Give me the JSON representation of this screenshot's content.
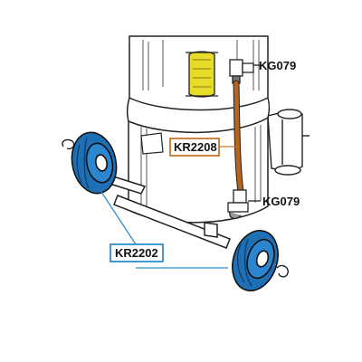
{
  "labels": {
    "top_fitting": "KG079",
    "hose": "KR2208",
    "bottom_fitting": "KG079",
    "wheels": "KR2202"
  },
  "colors": {
    "hose_callout": "#c8772b",
    "wheel_callout": "#2b8fd0",
    "wheel_fill": "#1e6fb3",
    "hose_fill": "#b5651d",
    "sight_glass": "#e8dc2a"
  }
}
